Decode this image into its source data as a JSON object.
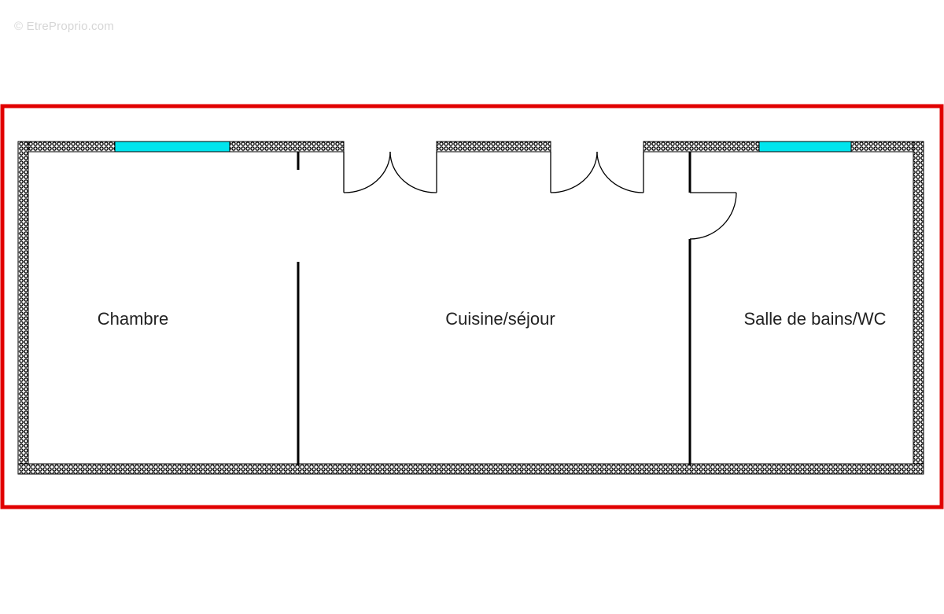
{
  "watermark": "© EtreProprio.com",
  "frame_color": "#e10000",
  "window_color": "#00e5ee",
  "rooms": [
    {
      "label": "Chambre"
    },
    {
      "label": "Cuisine/séjour"
    },
    {
      "label": "Salle de bains/WC"
    }
  ]
}
